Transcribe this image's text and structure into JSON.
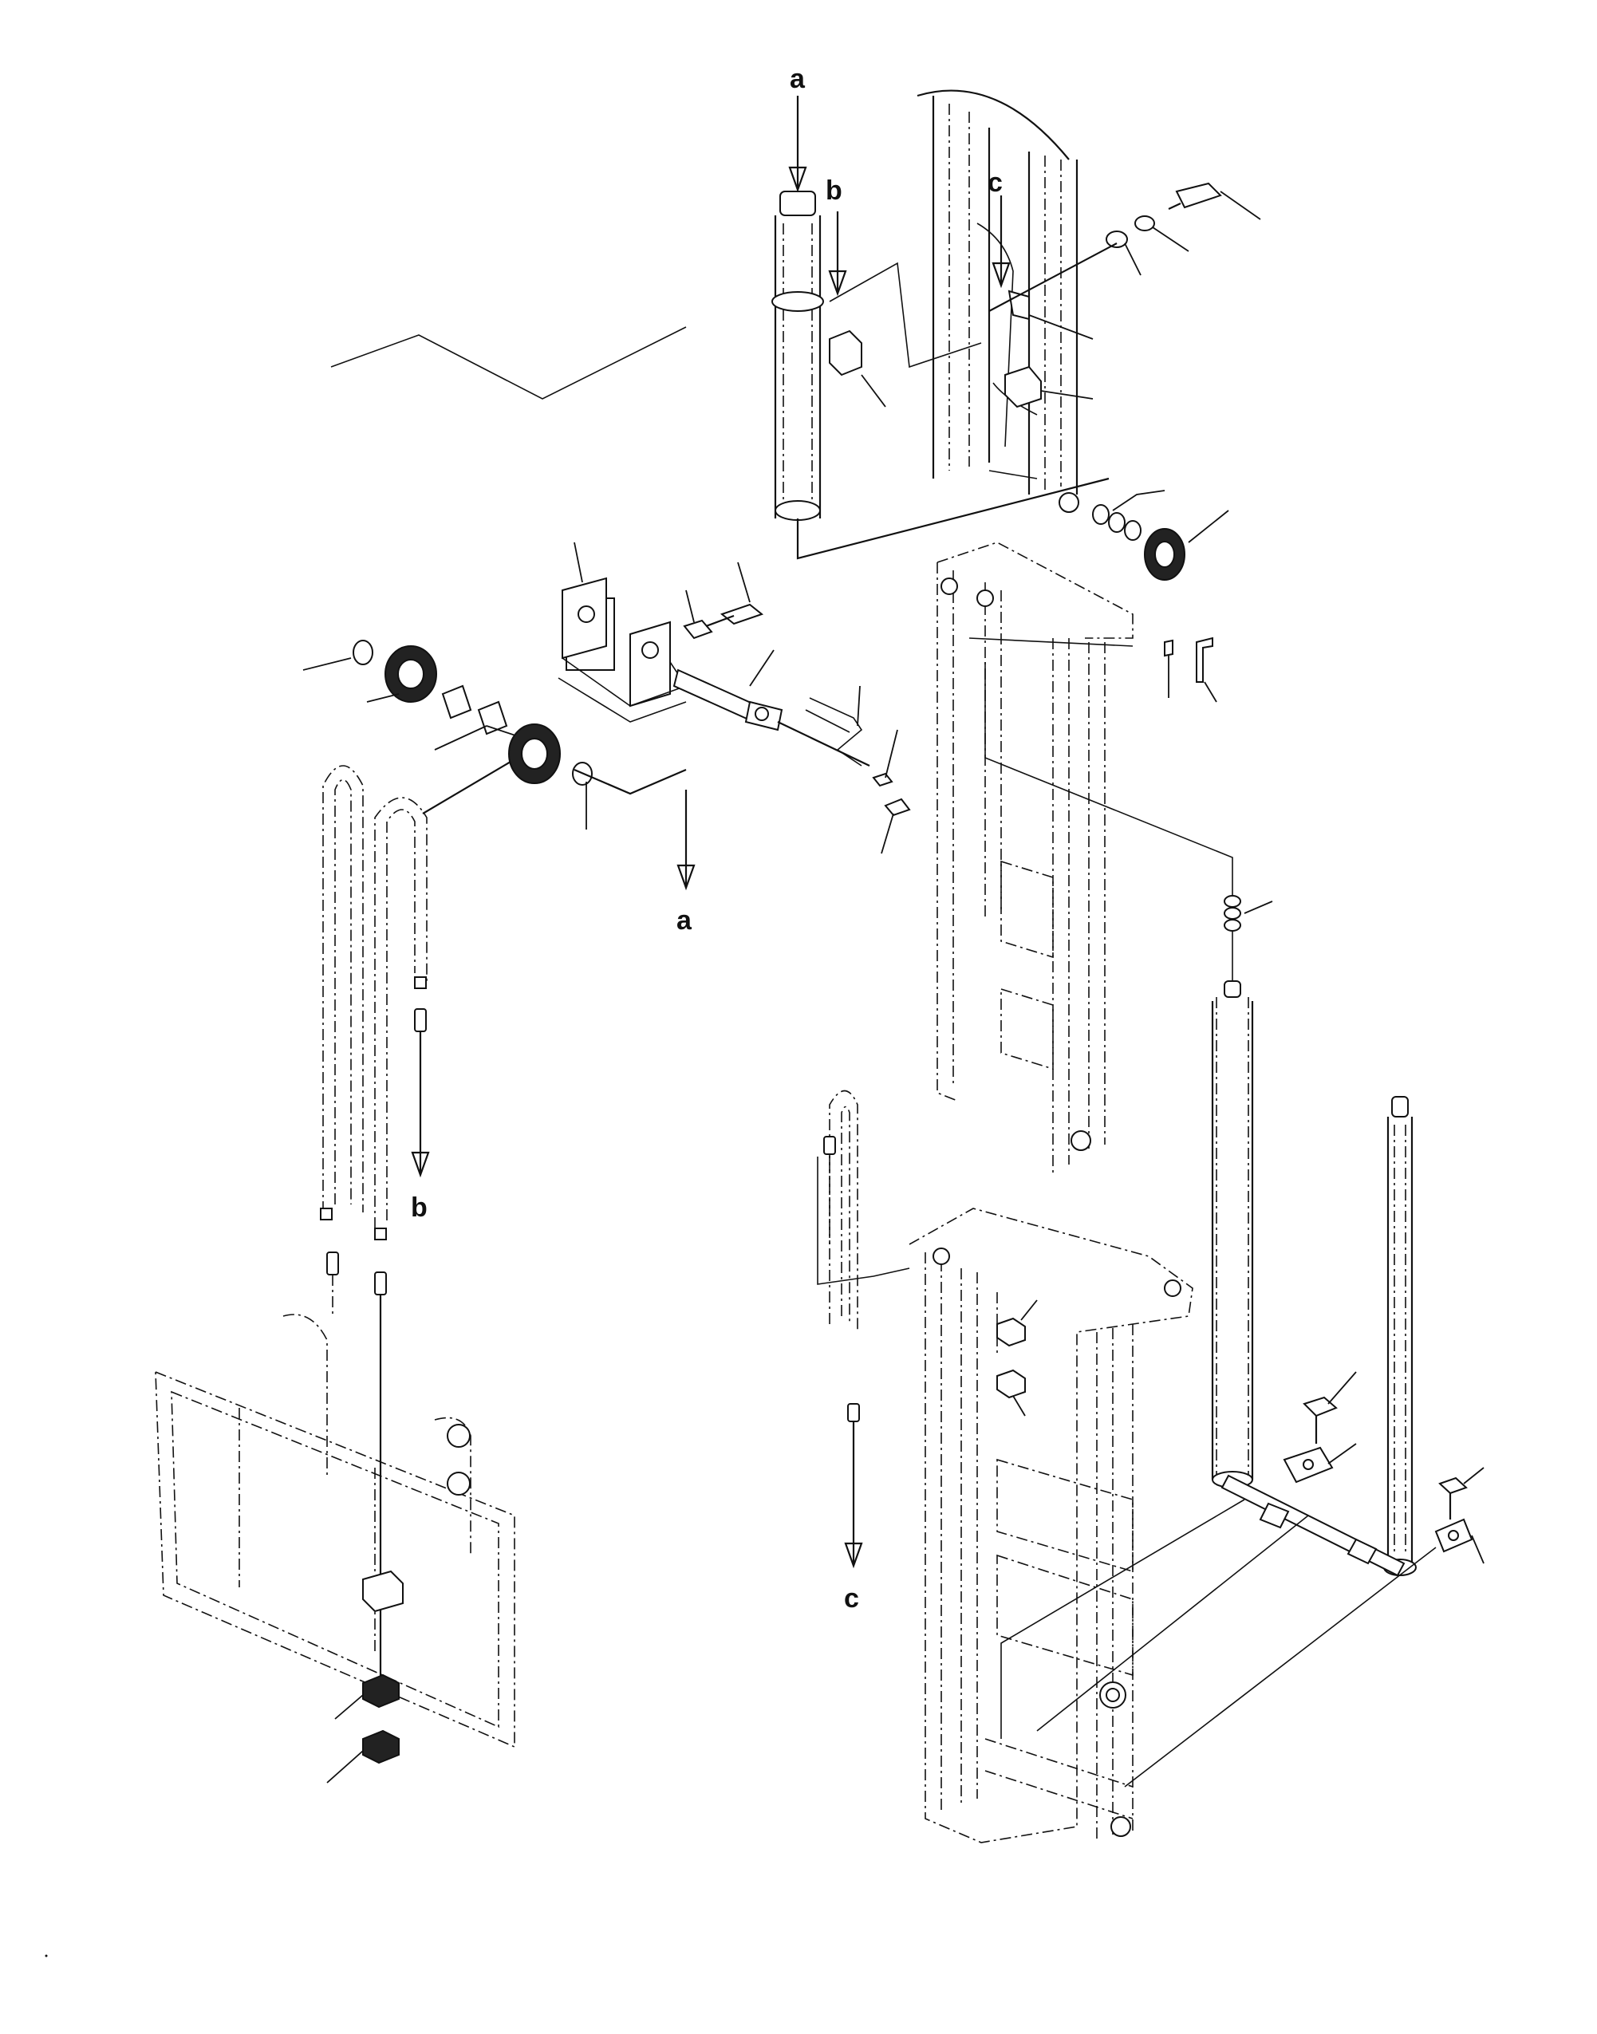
{
  "ref_labels": {
    "a_top": "a",
    "b_top": "b",
    "c_top": "c",
    "a_mid": "a",
    "b_mid": "b",
    "c_bottom": "c"
  },
  "colors": {
    "line": "#111111",
    "background": "#ffffff"
  }
}
